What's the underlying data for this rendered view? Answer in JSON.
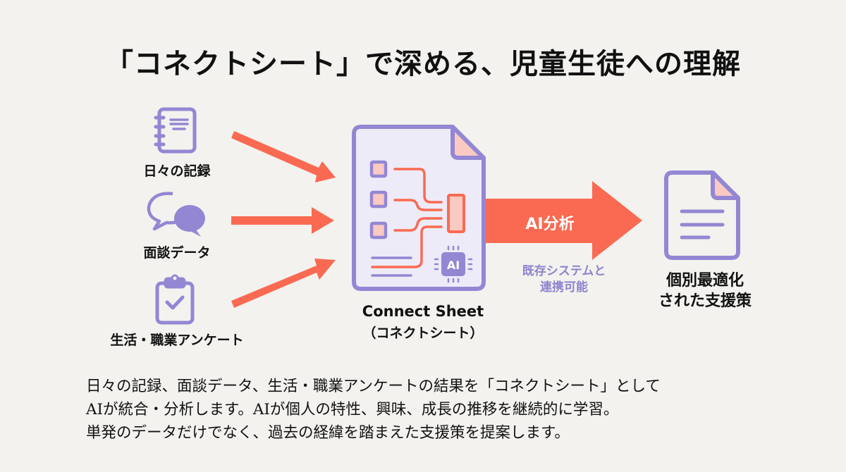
{
  "title": "「コネクトシート」で深める、児童生徒への理解",
  "inputs": [
    {
      "label": "日々の記録",
      "icon": "notebook-icon"
    },
    {
      "label": "面談データ",
      "icon": "chat-bubbles-icon"
    },
    {
      "label": "生活・職業アンケート",
      "icon": "clipboard-check-icon"
    }
  ],
  "center": {
    "title": "Connect Sheet",
    "subtitle": "（コネクトシート）",
    "chip_label": "AI"
  },
  "process_arrow": {
    "label": "AI分析"
  },
  "integration_note": [
    "既存システムと",
    "連携可能"
  ],
  "output": {
    "label_lines": [
      "個別最適化",
      "された支援策"
    ],
    "icon": "document-icon"
  },
  "description": [
    "日々の記録、面談データ、生活・職業アンケートの結果を「コネクトシート」として",
    "AIが統合・分析します。AIが個人の特性、興味、成長の推移を継続的に学習。",
    "単発のデータだけでなく、過去の経緯を踏まえた支援策を提案します。"
  ],
  "colors": {
    "background": "#f3f2ee",
    "purple": "#9387d4",
    "coral": "#fa6a52",
    "pink": "#f9c9c2",
    "doc_fill": "#eeebf8"
  }
}
